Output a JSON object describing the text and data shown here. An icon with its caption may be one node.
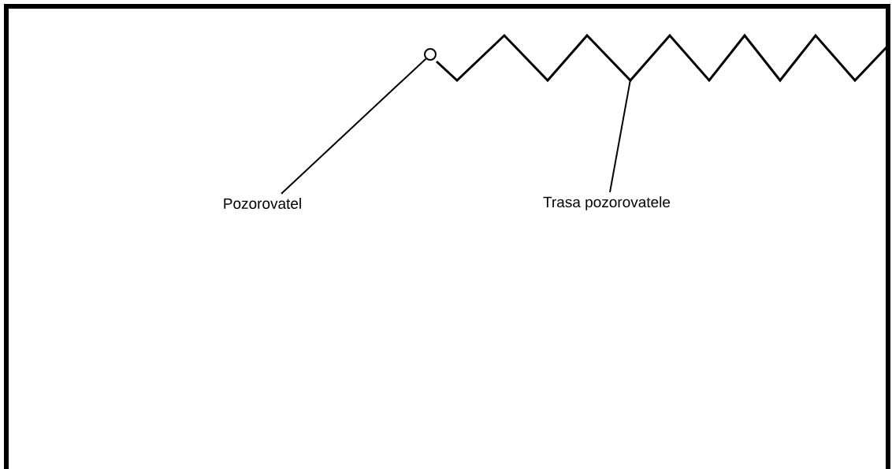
{
  "diagram": {
    "nodes": [
      {
        "text": [],
        "shape": "circle"
      },
      {
        "text": [],
        "shape": "zigzag"
      },
      {
        "text": [
          "Pozorovatel"
        ]
      },
      {
        "text": [
          "Trasa pozorovatele"
        ]
      }
    ],
    "edges": [
      {
        "from": 2,
        "to": 0,
        "arrow": "none"
      },
      {
        "from": 3,
        "to": 1,
        "arrow": "none"
      }
    ]
  }
}
